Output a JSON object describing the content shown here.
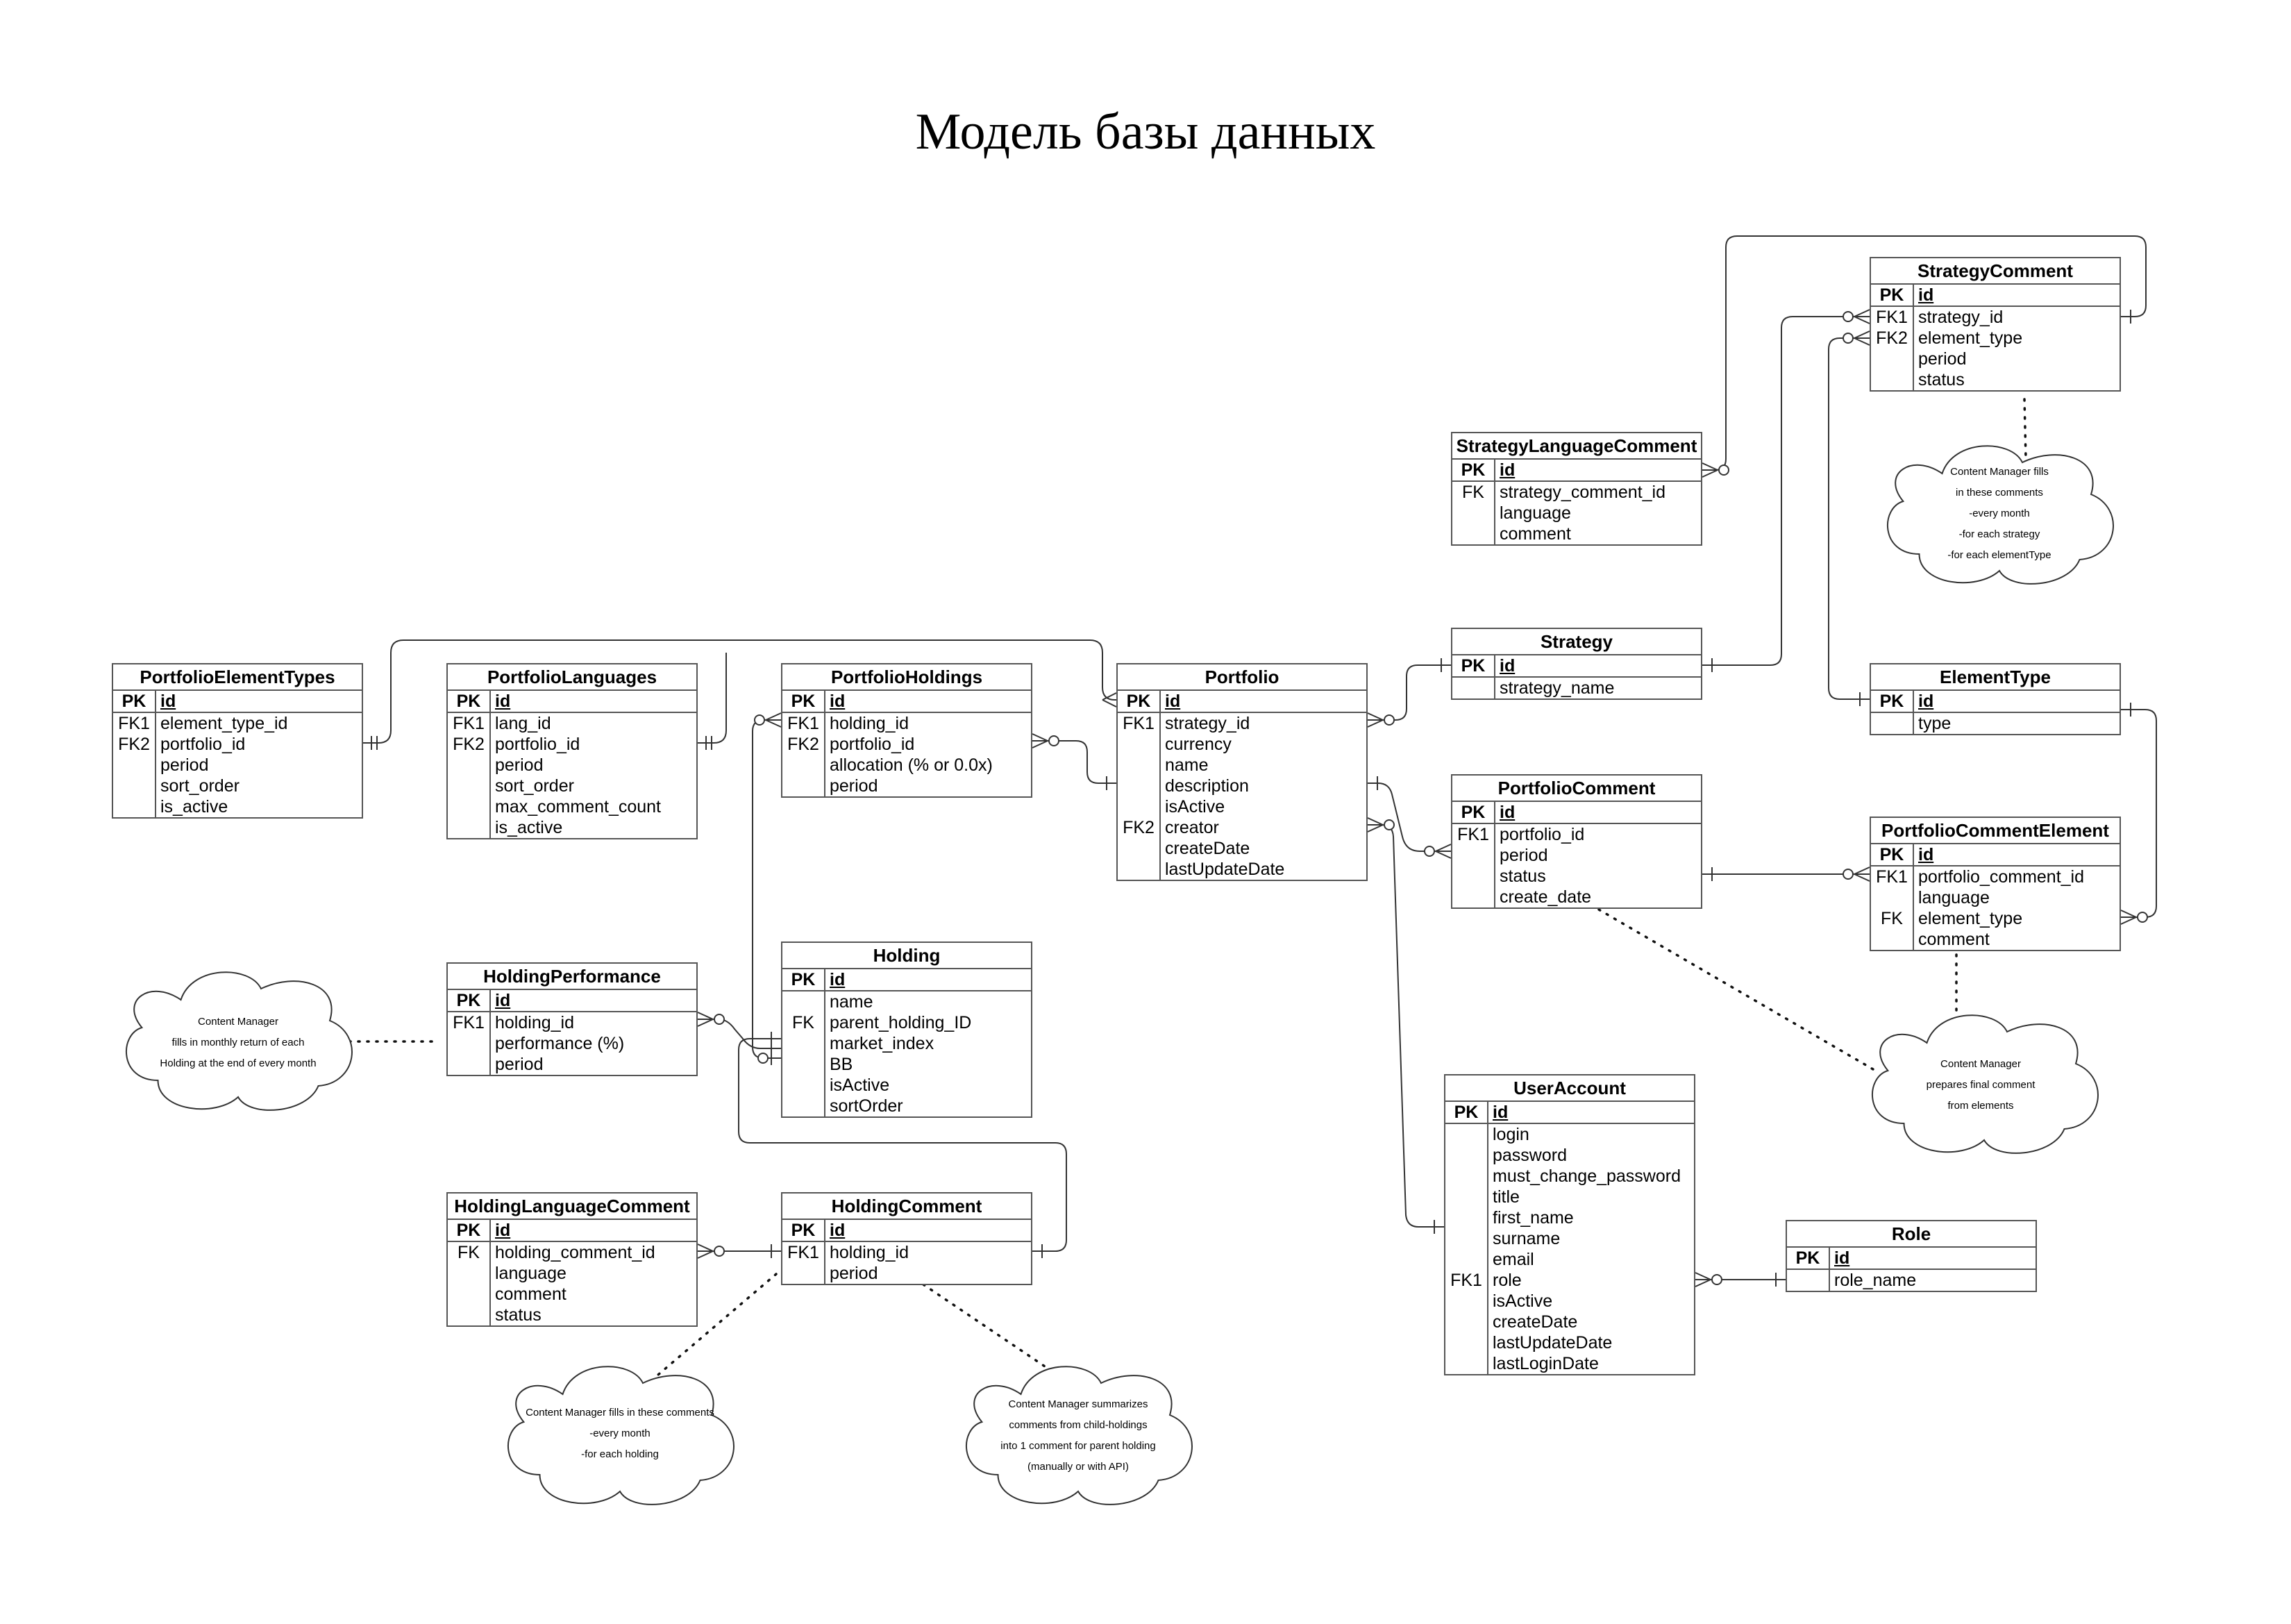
{
  "title": "Модель базы данных",
  "entities": {
    "portfolio_element_types": {
      "name": "PortfolioElementTypes",
      "pk": "id",
      "rows": [
        {
          "k": "FK1",
          "f": "element_type_id"
        },
        {
          "k": "FK2",
          "f": "portfolio_id"
        },
        {
          "k": "",
          "f": "period"
        },
        {
          "k": "",
          "f": "sort_order"
        },
        {
          "k": "",
          "f": "is_active"
        }
      ]
    },
    "portfolio_languages": {
      "name": "PortfolioLanguages",
      "pk": "id",
      "rows": [
        {
          "k": "FK1",
          "f": "lang_id"
        },
        {
          "k": "FK2",
          "f": "portfolio_id"
        },
        {
          "k": "",
          "f": "period"
        },
        {
          "k": "",
          "f": "sort_order"
        },
        {
          "k": "",
          "f": "max_comment_count"
        },
        {
          "k": "",
          "f": "is_active"
        }
      ]
    },
    "portfolio_holdings": {
      "name": "PortfolioHoldings",
      "pk": "id",
      "rows": [
        {
          "k": "FK1",
          "f": "holding_id"
        },
        {
          "k": "FK2",
          "f": "portfolio_id"
        },
        {
          "k": "",
          "f": "allocation (% or 0.0x)"
        },
        {
          "k": "",
          "f": "period"
        }
      ]
    },
    "portfolio": {
      "name": "Portfolio",
      "pk": "id",
      "rows": [
        {
          "k": "FK1",
          "f": "strategy_id"
        },
        {
          "k": "",
          "f": "currency"
        },
        {
          "k": "",
          "f": "name"
        },
        {
          "k": "",
          "f": "description"
        },
        {
          "k": "",
          "f": "isActive"
        },
        {
          "k": "FK2",
          "f": "creator"
        },
        {
          "k": "",
          "f": "createDate"
        },
        {
          "k": "",
          "f": "lastUpdateDate"
        }
      ]
    },
    "strategy_language_comment": {
      "name": "StrategyLanguageComment",
      "pk": "id",
      "rows": [
        {
          "k": "FK",
          "f": "strategy_comment_id"
        },
        {
          "k": "",
          "f": "language"
        },
        {
          "k": "",
          "f": "comment"
        }
      ]
    },
    "strategy_comment": {
      "name": "StrategyComment",
      "pk": "id",
      "rows": [
        {
          "k": "FK1",
          "f": "strategy_id"
        },
        {
          "k": "FK2",
          "f": "element_type"
        },
        {
          "k": "",
          "f": "period"
        },
        {
          "k": "",
          "f": "status"
        }
      ]
    },
    "strategy": {
      "name": "Strategy",
      "pk": "id",
      "rows": [
        {
          "k": "",
          "f": "strategy_name"
        }
      ]
    },
    "element_type": {
      "name": "ElementType",
      "pk": "id",
      "rows": [
        {
          "k": "",
          "f": "type"
        }
      ]
    },
    "portfolio_comment": {
      "name": "PortfolioComment",
      "pk": "id",
      "rows": [
        {
          "k": "FK1",
          "f": "portfolio_id"
        },
        {
          "k": "",
          "f": "period"
        },
        {
          "k": "",
          "f": "status"
        },
        {
          "k": "",
          "f": "create_date"
        }
      ]
    },
    "portfolio_comment_element": {
      "name": "PortfolioCommentElement",
      "pk": "id",
      "rows": [
        {
          "k": "FK1",
          "f": "portfolio_comment_id"
        },
        {
          "k": "",
          "f": "language"
        },
        {
          "k": "FK",
          "f": "element_type"
        },
        {
          "k": "",
          "f": "comment"
        }
      ]
    },
    "holding_performance": {
      "name": "HoldingPerformance",
      "pk": "id",
      "rows": [
        {
          "k": "FK1",
          "f": "holding_id"
        },
        {
          "k": "",
          "f": "performance (%)"
        },
        {
          "k": "",
          "f": "period"
        }
      ]
    },
    "holding": {
      "name": "Holding",
      "pk": "id",
      "rows": [
        {
          "k": "",
          "f": "name"
        },
        {
          "k": "FK",
          "f": "parent_holding_ID"
        },
        {
          "k": "",
          "f": "market_index"
        },
        {
          "k": "",
          "f": "BB"
        },
        {
          "k": "",
          "f": "isActive"
        },
        {
          "k": "",
          "f": "sortOrder"
        }
      ]
    },
    "user_account": {
      "name": "UserAccount",
      "pk": "id",
      "rows": [
        {
          "k": "",
          "f": "login"
        },
        {
          "k": "",
          "f": "password"
        },
        {
          "k": "",
          "f": "must_change_password"
        },
        {
          "k": "",
          "f": "title"
        },
        {
          "k": "",
          "f": "first_name"
        },
        {
          "k": "",
          "f": "surname"
        },
        {
          "k": "",
          "f": "email"
        },
        {
          "k": "FK1",
          "f": "role"
        },
        {
          "k": "",
          "f": "isActive"
        },
        {
          "k": "",
          "f": "createDate"
        },
        {
          "k": "",
          "f": "lastUpdateDate"
        },
        {
          "k": "",
          "f": "lastLoginDate"
        }
      ]
    },
    "role": {
      "name": "Role",
      "pk": "id",
      "rows": [
        {
          "k": "",
          "f": "role_name"
        }
      ]
    },
    "holding_language_comment": {
      "name": "HoldingLanguageComment",
      "pk": "id",
      "rows": [
        {
          "k": "FK",
          "f": "holding_comment_id"
        },
        {
          "k": "",
          "f": "language"
        },
        {
          "k": "",
          "f": "comment"
        },
        {
          "k": "",
          "f": "status"
        }
      ]
    },
    "holding_comment": {
      "name": "HoldingComment",
      "pk": "id",
      "rows": [
        {
          "k": "FK1",
          "f": "holding_id"
        },
        {
          "k": "",
          "f": "period"
        }
      ]
    }
  },
  "pk_label": "PK",
  "notes": {
    "strategy_note": [
      "Content Manager fills",
      "in these comments",
      "-every month",
      "-for each strategy",
      "-for each elementType"
    ],
    "performance_note": [
      "Content Manager",
      "fills in monthly return of each",
      "Holding at the end of every month"
    ],
    "portfolio_comment_note": [
      "Content Manager",
      "prepares final comment",
      "from elements"
    ],
    "holding_comment_note": [
      "Content Manager fills in these comments",
      "-every month",
      "-for each holding"
    ],
    "summary_note": [
      "Content Manager summarizes",
      "comments from child-holdings",
      "into 1 comment for parent holding",
      "(manually or with API)"
    ]
  }
}
